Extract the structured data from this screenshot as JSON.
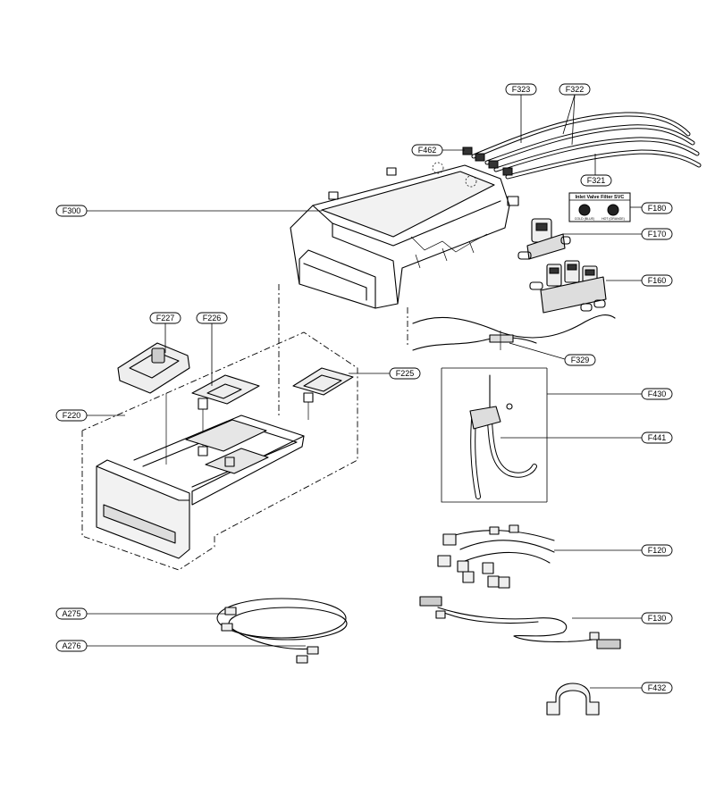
{
  "labels": {
    "F323": "F323",
    "F322": "F322",
    "F462": "F462",
    "F321": "F321",
    "F300": "F300",
    "F180": "F180",
    "F170": "F170",
    "F160": "F160",
    "F227": "F227",
    "F226": "F226",
    "F225": "F225",
    "F220": "F220",
    "F329": "F329",
    "F430": "F430",
    "F441": "F441",
    "F120": "F120",
    "F130": "F130",
    "A275": "A275",
    "A276": "A276",
    "F432": "F432"
  },
  "filter_card": {
    "title": "Inlet Valve Filter SVC",
    "left": "COLD (BLUE)",
    "right": "HOT (ORANGE)"
  }
}
